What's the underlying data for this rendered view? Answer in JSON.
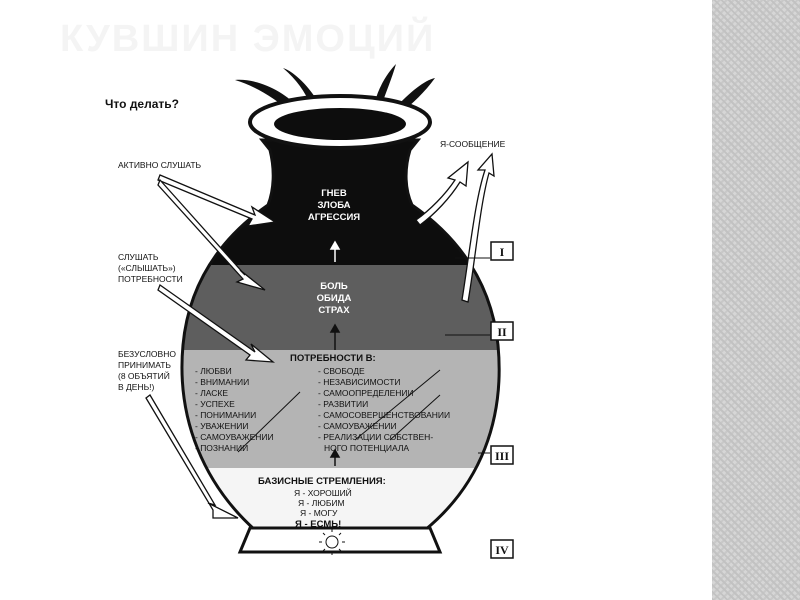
{
  "slide": {
    "title": "КУВШИН ЭМОЦИЙ"
  },
  "diagram": {
    "question": "Что делать?",
    "i_message": "Я-СООБЩЕНИЕ",
    "left_labels": {
      "listen_active": "АКТИВНО СЛУШАТЬ",
      "listen_hear": [
        "СЛУШАТЬ",
        "(«СЛЫШАТЬ»)",
        "ПОТРЕБНОСТИ"
      ],
      "accept": [
        "БЕЗУСЛОВНО",
        "ПРИНИМАТЬ",
        "(8 ОБЪЯТИЙ",
        "В ДЕНЬ!)"
      ]
    },
    "layers": {
      "top": [
        "ГНЕВ",
        "ЗЛОБА",
        "АГРЕССИЯ"
      ],
      "second": [
        "БОЛЬ",
        "ОБИДА",
        "СТРАХ"
      ],
      "third_title": "ПОТРЕБНОСТИ В:",
      "third_left": [
        "- ЛЮБВИ",
        "- ВНИМАНИИ",
        "- ЛАСКЕ",
        "- УСПЕХЕ",
        "- ПОНИМАНИИ",
        "- УВАЖЕНИИ",
        "- САМОУВАЖЕНИИ",
        "- ПОЗНАНИИ"
      ],
      "third_right": [
        "- СВОБОДЕ",
        "- НЕЗАВИСИМОСТИ",
        "- САМООПРЕДЕЛЕНИИ",
        "- РАЗВИТИИ",
        "- САМОСОВЕРШЕНСТВОВАНИИ",
        "- САМОУВАЖЕНИИ",
        "- РЕАЛИЗАЦИИ СОБСТВЕН-",
        "НОГО ПОТЕНЦИАЛА"
      ],
      "base_title": "БАЗИСНЫЕ СТРЕМЛЕНИЯ:",
      "base_lines": [
        "Я - ХОРОШИЙ",
        "Я - ЛЮБИМ",
        "Я - МОГУ"
      ],
      "base_final": "Я - ЕСМЬ!"
    },
    "levels": [
      "I",
      "II",
      "III",
      "IV"
    ]
  }
}
